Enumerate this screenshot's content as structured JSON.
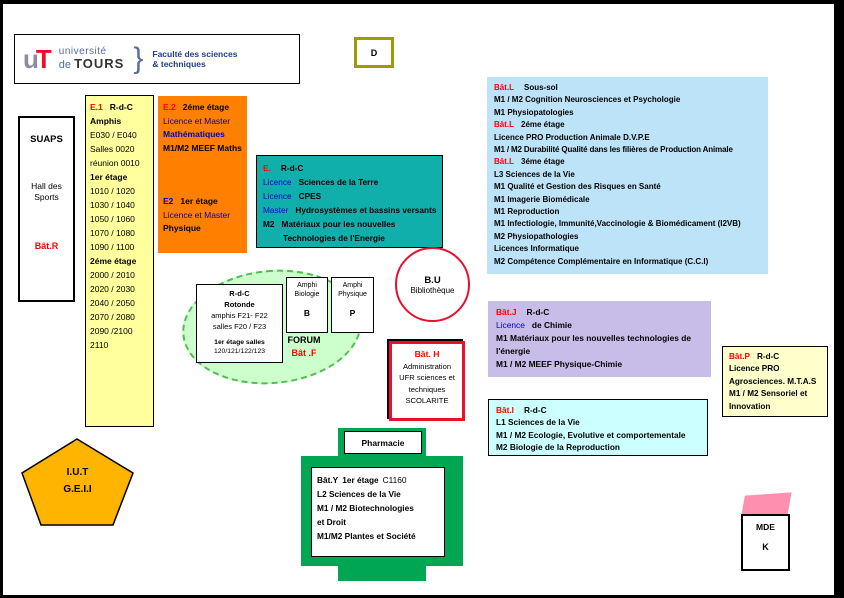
{
  "colors": {
    "accent_red": "#FF0000",
    "accent_blue": "#0000CC",
    "e1_bg": "#FFFF9E",
    "e2_bg": "#FF7F00",
    "e_bg": "#10AFAC",
    "batL_bg": "#BDE3F8",
    "batJ_bg": "#C8BCE8",
    "batI_bg": "#CCFFFF",
    "batP_bg": "#FFFFCC",
    "forum_bg": "#CCFFCC",
    "iut_bg": "#FFB400",
    "batY_bg": "#00A651",
    "mde_pink": "#FF8FAE",
    "bu_border": "#E8112D",
    "d_border": "#9C9C00"
  },
  "logo": {
    "mark_u": "u",
    "mark_t": "T",
    "name_line1": "université",
    "name_de": "de ",
    "name_tours": "TOURS",
    "brace": "}",
    "faculty_line1": "Faculté des sciences",
    "faculty_line2": "& techniques"
  },
  "d_box": {
    "label": "D"
  },
  "suaps": {
    "title": "SUAPS",
    "sub1": "Hall des",
    "sub2": "Sports",
    "bat": "Bât.R"
  },
  "e1": {
    "code": "E.1",
    "floor": "R-d-C",
    "lines": [
      "Amphis",
      "E030 /  E040",
      "Salles 0020",
      "réunion 0010",
      "1er étage",
      "1010 / 1020",
      "1030 / 1040",
      "1050 / 1060",
      "1070 / 1080",
      "1090 / 1100",
      "2éme étage",
      "2000 / 2010",
      "2020 / 2030",
      "2040 / 2050",
      "2070 / 2080",
      "2090 /2100",
      "2110"
    ]
  },
  "e2": {
    "top_code": "E.2",
    "top_floor": "2éme étage",
    "top_lines": [
      "Licence et Master",
      "Mathématiques",
      "M1/M2 MEEF Maths"
    ],
    "bot_code": "E2",
    "bot_floor": "1er étage",
    "bot_lines": [
      "Licence et Master",
      "Physique"
    ]
  },
  "e": {
    "code": "E.",
    "floor": "R-d-C",
    "rows": [
      {
        "lead": "Licence",
        "rest": "Sciences de la Terre"
      },
      {
        "lead": "Licence",
        "rest": "CPES"
      },
      {
        "lead": "Master",
        "rest": "Hydrosystèmes et bassins versants"
      },
      {
        "lead": "M2",
        "rest": "Matériaux pour les nouvelles"
      },
      {
        "lead": "",
        "rest": "Technologies de l'Energie"
      }
    ]
  },
  "batL": {
    "s1_code": "Bât.L",
    "s1_floor": "Sous-sol",
    "s1_lines": [
      "M1 / M2 Cognition Neurosciences et Psychologie",
      "M1 Physiopatologies"
    ],
    "s2_code": "Bât.L",
    "s2_floor": "2éme étage",
    "s2_lines": [
      "Licence PRO Production Animale D.V.P.E",
      "M1 / M2  Durabilité Qualité dans les filières de Production Animale"
    ],
    "s3_code": "Bât.L",
    "s3_floor": "3éme étage",
    "s3_lines": [
      "L3 Sciences de la Vie",
      "M1 Qualité et Gestion des Risques en Santé",
      "M1 Imagerie Biomédicale",
      "M1 Reproduction",
      "M1 Infectiologie, Immunité,Vaccinologie & Biomédicament (I2VB)",
      "M2 Physiopathologies",
      "Licences Informatique",
      "M2 Compétence Complémentaire en Informatique  (C.C.I)"
    ]
  },
  "forum": {
    "label": "FORUM",
    "bat": "Bât .F",
    "box": {
      "l1": "R-d-C",
      "l2": "Rotonde",
      "l3": "amphis F21- F22",
      "l4": "salles F20  / F23",
      "l5": "1er étage salles",
      "l6": "120/121/122/123"
    }
  },
  "amphi_bio": {
    "name1": "Amphi",
    "name2": "Biologie",
    "letter": "B"
  },
  "amphi_phy": {
    "name1": "Amphi",
    "name2": "Physique",
    "letter": "P"
  },
  "bu": {
    "title": "B.U",
    "subtitle": "Bibliothèque"
  },
  "batH": {
    "code": "Bât. H",
    "lines": [
      "Administration",
      "UFR sciences et",
      "techniques",
      "SCOLARITE"
    ]
  },
  "batJ": {
    "code": "Bât.J",
    "floor": "R-d-C",
    "lead": "Licence",
    "lead_rest": "de Chimie",
    "lines": [
      "M1 Matériaux pour les nouvelles technologies de",
      "l'énergie",
      "M1 / M2 MEEF Physique-Chimie"
    ]
  },
  "batP": {
    "code": "Bât.P",
    "floor": "R-d-C",
    "lines": [
      "Licence PRO",
      "Agrosciences. M.T.A.S",
      "M1 / M2 Sensoriel et",
      "Innovation"
    ]
  },
  "batI": {
    "code": "Bât.I",
    "floor": "R-d-C",
    "lines": [
      "L1 Sciences de la Vie",
      "M1 / M2 Ecologie, Evolutive et comportementale",
      "M2 Biologie de la Reproduction"
    ]
  },
  "iut": {
    "line1": "I.U.T",
    "line2": "G.E.I.I"
  },
  "pharmacie": {
    "label": "Pharmacie"
  },
  "batY": {
    "code": "Bât.Y",
    "floor": "1er étage",
    "room": "C1160",
    "lines": [
      "L2 Sciences de la Vie",
      "M1 / M2 Biotechnologies",
      "et Droit",
      "M1/M2 Plantes et Société"
    ]
  },
  "mde": {
    "line1": "MDE",
    "line2": "K"
  }
}
